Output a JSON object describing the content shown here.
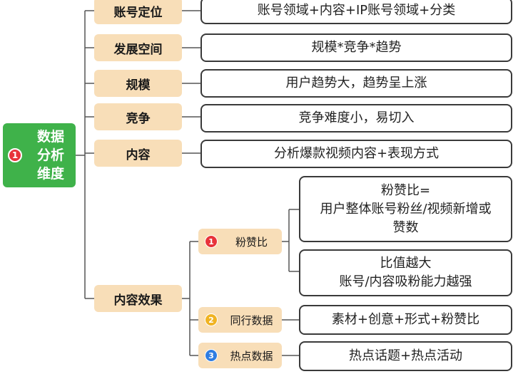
{
  "root": {
    "number": "1",
    "label": "数据分析维度",
    "lines": [
      "数据",
      "分析",
      "维度"
    ],
    "color": "#3fb24a"
  },
  "branches": [
    {
      "label": "账号定位",
      "detail": "账号领域+内容+IP账号领域+分类"
    },
    {
      "label": "发展空间",
      "detail": "规模*竞争*趋势"
    },
    {
      "label": "规模",
      "detail": "用户趋势大，趋势呈上涨"
    },
    {
      "label": "竞争",
      "detail": "竞争难度小，易切入"
    },
    {
      "label": "内容",
      "detail": "分析爆款视频内容+表现方式"
    }
  ],
  "content_effect": {
    "label": "内容效果",
    "subs": [
      {
        "number": "1",
        "badge_color": "#e8333a",
        "label": "粉赞比",
        "details": [
          {
            "lines": [
              "粉赞比=",
              "用户整体账号粉丝/视频新增或",
              "赞数"
            ]
          },
          {
            "lines": [
              "比值越大",
              "账号/内容吸粉能力越强"
            ]
          }
        ]
      },
      {
        "number": "2",
        "badge_color": "#f0b323",
        "label": "同行数据",
        "details": [
          {
            "lines": [
              "素材+创意+形式+粉赞比"
            ]
          }
        ]
      },
      {
        "number": "3",
        "badge_color": "#2f7de1",
        "label": "热点数据",
        "details": [
          {
            "lines": [
              "热点话题+热点活动"
            ]
          }
        ]
      }
    ]
  },
  "colors": {
    "branch_fill": "#f8deb8",
    "connector": "#555555"
  }
}
